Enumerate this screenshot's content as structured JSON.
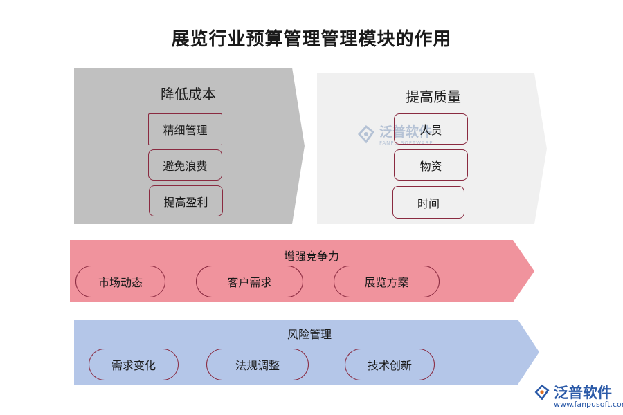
{
  "title": "展览行业预算管理管理模块的作用",
  "cost_panel": {
    "heading": "降低成本",
    "items": [
      "精细管理",
      "避免浪费",
      "提高盈利"
    ],
    "color": "#c0c0c0"
  },
  "quality_panel": {
    "heading": "提高质量",
    "items": [
      "人员",
      "物资",
      "时间"
    ],
    "color": "#f0f0f0"
  },
  "competitive_band": {
    "heading": "增强竞争力",
    "items": [
      "市场动态",
      "客户需求",
      "展览方案"
    ],
    "color": "#f0939d"
  },
  "risk_band": {
    "heading": "风险管理",
    "items": [
      "需求变化",
      "法规调整",
      "技术创新"
    ],
    "color": "#b4c6e8"
  },
  "watermark": {
    "text": "泛普软件",
    "sub": "FANPU SOFTWARE",
    "icon": "fanpu-logo-icon"
  },
  "logo": {
    "text": "泛普软件",
    "url": "www.fanpusoft.com",
    "icon": "fanpu-logo-icon"
  },
  "colors": {
    "box_border": "#8a2a40",
    "logo_blue": "#2b5aa8"
  }
}
